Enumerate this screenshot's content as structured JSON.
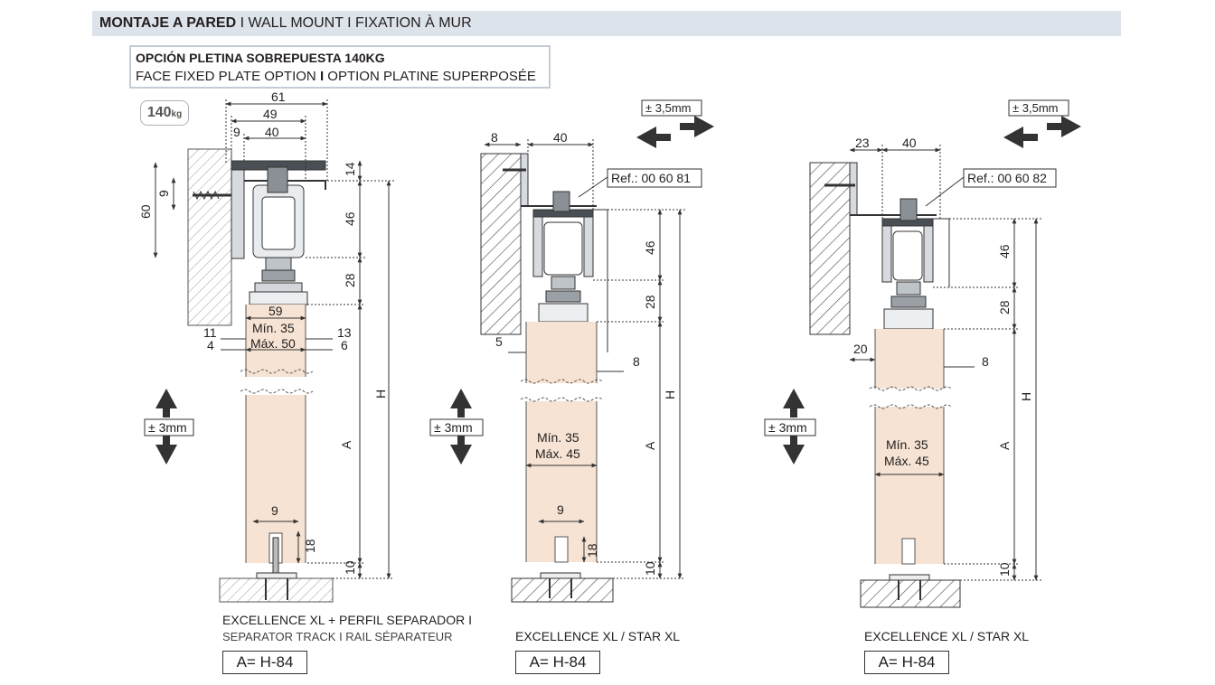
{
  "header": {
    "title_bold": "MONTAJE A PARED",
    "sep1": "I",
    "title_en": "WALL MOUNT",
    "sep2": "I",
    "title_fr": "FIXATION À MUR"
  },
  "option": {
    "title": "OPCIÓN PLETINA SOBREPUESTA 140KG",
    "subtitle_en": "FACE FIXED PLATE OPTION",
    "sep": "I",
    "subtitle_fr": "OPTION PLATINE SUPERPOSÉE"
  },
  "badge": {
    "value": "140",
    "unit": "kg"
  },
  "diagram1": {
    "dims": {
      "d61": "61",
      "d49": "49",
      "d9": "9",
      "d40": "40",
      "d14": "14",
      "d60": "60",
      "d9side": "9",
      "d46": "46",
      "d28": "28",
      "d59": "59",
      "d11": "11",
      "d4": "4",
      "d13": "13",
      "d6": "6",
      "d9bottom": "9",
      "d18": "18",
      "d10": "10",
      "H": "H",
      "A": "A"
    },
    "min": "Mín. 35",
    "max": "Máx. 50",
    "tolerance": "± 3mm",
    "caption_line1": "EXCELLENCE XL + PERFIL SEPARADOR I",
    "caption_line2": "SEPARATOR TRACK I RAIL SÉPARATEUR",
    "formula": "A= H-84"
  },
  "diagram2": {
    "dims": {
      "d8": "8",
      "d40": "40",
      "d46": "46",
      "d28": "28",
      "d5": "5",
      "d8side": "8",
      "d9bottom": "9",
      "d18": "18",
      "d10": "10",
      "H": "H",
      "A": "A"
    },
    "ref": "Ref.: 00 60 81",
    "horizontal_tolerance": "± 3,5mm",
    "min": "Mín. 35",
    "max": "Máx. 45",
    "tolerance": "± 3mm",
    "caption": "EXCELLENCE XL / STAR XL",
    "formula": "A= H-84"
  },
  "diagram3": {
    "dims": {
      "d23": "23",
      "d40": "40",
      "d46": "46",
      "d28": "28",
      "d20": "20",
      "d8side": "8",
      "d10": "10",
      "H": "H",
      "A": "A"
    },
    "ref": "Ref.: 00 60 82",
    "horizontal_tolerance": "± 3,5mm",
    "min": "Mín. 35",
    "max": "Máx. 45",
    "tolerance": "± 3mm",
    "caption": "EXCELLENCE XL / STAR XL",
    "formula": "A= H-84"
  },
  "colors": {
    "door": "#f6e3d3",
    "header_band": "#dde3ea",
    "option_border": "#c3ccd6",
    "rail_dark": "#4a4f55",
    "rail_light": "#d7dbe0"
  }
}
